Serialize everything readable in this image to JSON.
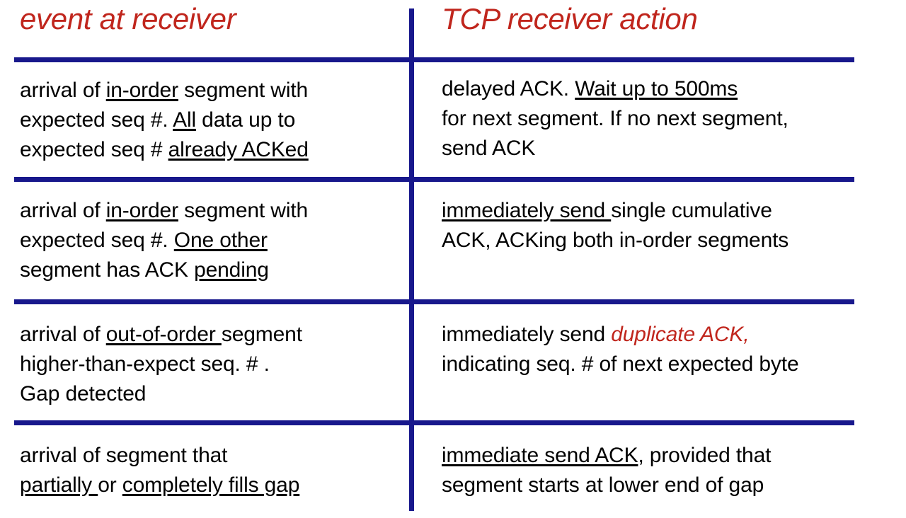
{
  "table": {
    "accent_line_color": "#18188c",
    "heading_color": "#c0261d",
    "body_text_color": "#000000",
    "headers": {
      "left": "event at receiver",
      "right": "TCP receiver action"
    },
    "rows": [
      {
        "event": {
          "line1_a": "arrival of ",
          "line1_u": "in-order",
          "line1_b": " segment with",
          "line2_a": "expected seq #. ",
          "line2_u": "All",
          "line2_b": " data up to",
          "line3_a": "expected seq # ",
          "line3_u": "already ACKed"
        },
        "action": {
          "line1_a": "delayed ACK. ",
          "line1_u": "Wait up to 500ms",
          "line2": "for next segment. If no next segment,",
          "line3": "send ACK"
        }
      },
      {
        "event": {
          "line1_a": "arrival of ",
          "line1_u": "in-order",
          "line1_b": " segment with",
          "line2_a": "expected seq #. ",
          "line2_u": "One other ",
          "line3_a": "segment has ACK ",
          "line3_u": "pending"
        },
        "action": {
          "line1_u": "immediately send ",
          "line1_b": "single cumulative",
          "line2": "ACK, ACKing both in-order segments"
        }
      },
      {
        "event": {
          "line1_a": "arrival of ",
          "line1_u": "out-of-order ",
          "line1_b": "segment",
          "line2": "higher-than-expect seq. # .",
          "line3": "Gap detected"
        },
        "action": {
          "line1_a": "immediately send ",
          "line1_em": "duplicate ACK,",
          "line2": "indicating seq. # of next expected byte"
        }
      },
      {
        "event": {
          "line1": "arrival of segment that",
          "line2_u1": "partially ",
          "line2_mid": "or ",
          "line2_u2": "completely fills gap"
        },
        "action": {
          "line1_u": "immediate send ACK",
          "line1_b": ", provided that",
          "line2": "segment starts at lower end of gap"
        }
      }
    ]
  }
}
